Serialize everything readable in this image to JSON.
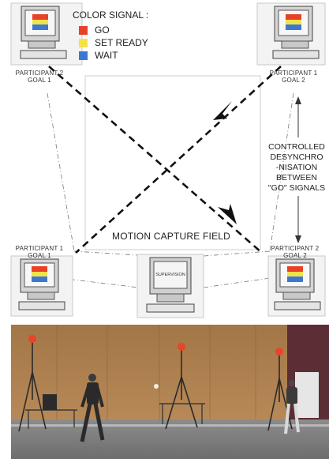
{
  "legend": {
    "title": "COLOR SIGNAL :",
    "items": [
      {
        "label": "GO",
        "color": "#e8412a"
      },
      {
        "label": "SET READY",
        "color": "#f3e24a"
      },
      {
        "label": "WAIT",
        "color": "#3b78d4"
      }
    ]
  },
  "stations": {
    "top_left": {
      "line1": "PARTICIPANT 2",
      "line2": "GOAL 1"
    },
    "top_right": {
      "line1": "PARTICIPANT 1",
      "line2": "GOAL 2"
    },
    "bottom_left": {
      "line1": "PARTICIPANT 1",
      "line2": "GOAL 1"
    },
    "bottom_right": {
      "line1": "PARTICIPANT 2",
      "line2": "GOAL 2"
    },
    "supervision": "SUPERVISION"
  },
  "field_label": "MOTION CAPTURE FIELD",
  "side_note": [
    "CONTROLLED",
    "DESYNCHRO",
    "-NISATION",
    "BETWEEN",
    "\"GO\" SIGNALS"
  ],
  "icons": [
    "monitor-icon",
    "arrowhead-icon",
    "camera-light-icon",
    "person-icon",
    "tripod-icon"
  ]
}
